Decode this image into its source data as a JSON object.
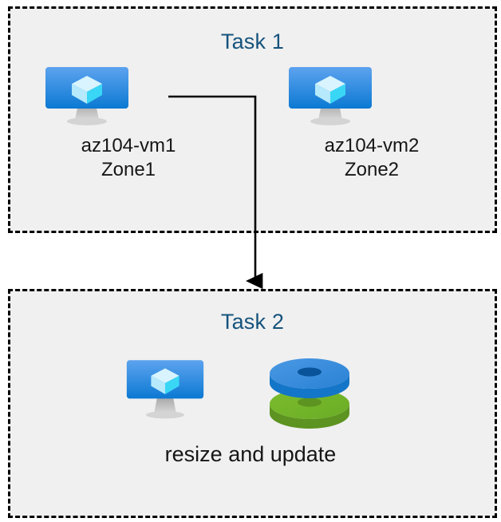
{
  "diagram": {
    "title_color": "#15537d",
    "box_fill": "#f0f0f0",
    "box_border_color": "#000000",
    "label_color": "#161616",
    "connector_color": "#000000",
    "background": "#ffffff"
  },
  "task1": {
    "title": "Task 1",
    "nodes": [
      {
        "icon": "azure-virtual-machine-icon",
        "label": "az104-vm1\nZone1",
        "name": "az104-vm1",
        "zone": "Zone1"
      },
      {
        "icon": "azure-virtual-machine-icon",
        "label": "az104-vm2\nZone2",
        "name": "az104-vm2",
        "zone": "Zone2"
      }
    ]
  },
  "task2": {
    "title": "Task 2",
    "caption": "resize and update",
    "icons": [
      {
        "icon": "azure-virtual-machine-icon",
        "label": "virtual machine"
      },
      {
        "icon": "azure-disks-icon",
        "label": "disks"
      }
    ]
  },
  "connector": {
    "from": "az104-vm1",
    "to": "Task 2",
    "arrowhead": "down-arrow"
  },
  "icon_colors": {
    "monitor_screen_top": "#55a2ee",
    "monitor_screen_bottom": "#0f7ad4",
    "monitor_stand": "#b8b8b8",
    "cube_light": "#d6f3fd",
    "cube_mid": "#a8e5fa",
    "cube_bright": "#35d4f5",
    "disk_blue_top": "#3b8fdd",
    "disk_blue_side": "#1476c8",
    "disk_blue_hole": "#08539a",
    "disk_green_top": "#74b42a",
    "disk_green_side": "#5d9320",
    "disk_green_hole": "#5d9320"
  }
}
